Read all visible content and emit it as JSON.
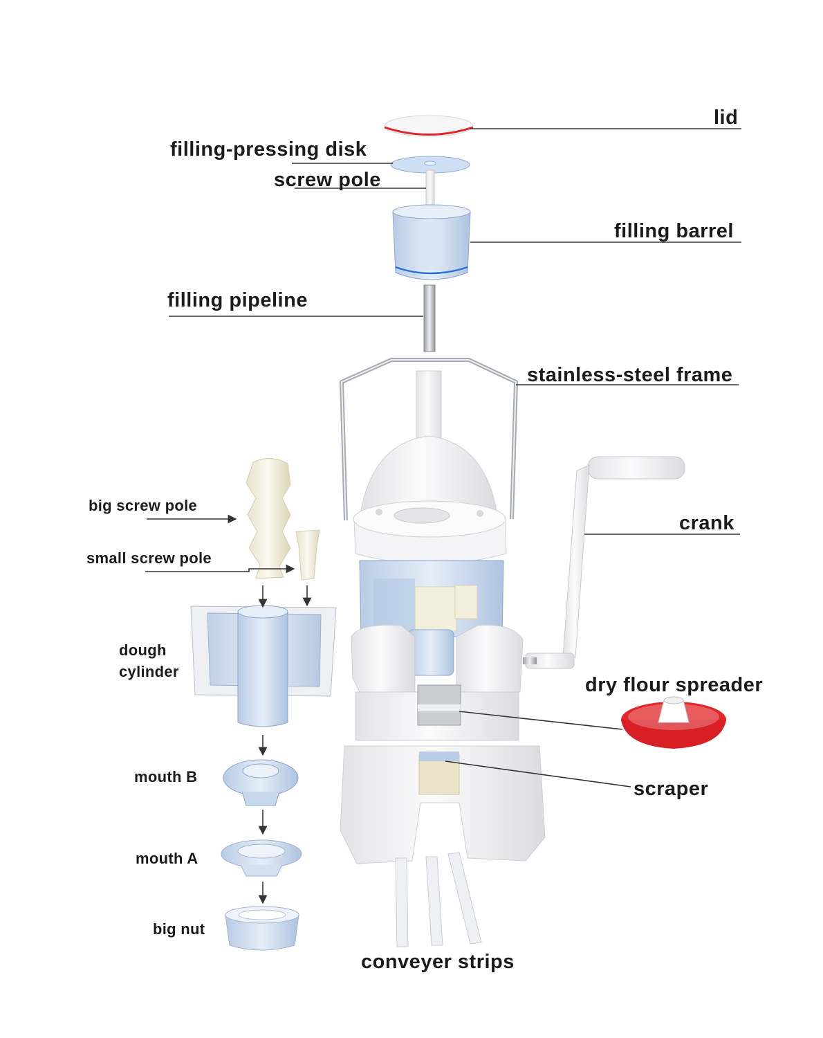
{
  "labels": {
    "lid": "lid",
    "filling_pressing_disk": "filling-pressing disk",
    "screw_pole": "screw pole",
    "filling_barrel": "filling barrel",
    "filling_pipeline": "filling pipeline",
    "stainless_steel_frame": "stainless-steel frame",
    "crank": "crank",
    "big_screw_pole": "big screw pole",
    "small_screw_pole": "small screw pole",
    "dough_cylinder": "dough cylinder",
    "dry_flour_spreader": "dry flour spreader",
    "scraper": "scraper",
    "mouth_b": "mouth B",
    "mouth_a": "mouth A",
    "big_nut": "big nut",
    "conveyer_strips": "conveyer strips"
  },
  "colors": {
    "background": "#ffffff",
    "machine_body": "#f1f1f3",
    "transparent_part": "#c9d9ec",
    "spreader_red": "#e0262b",
    "label_text": "#1b1b1b",
    "leader_line": "#333333"
  }
}
